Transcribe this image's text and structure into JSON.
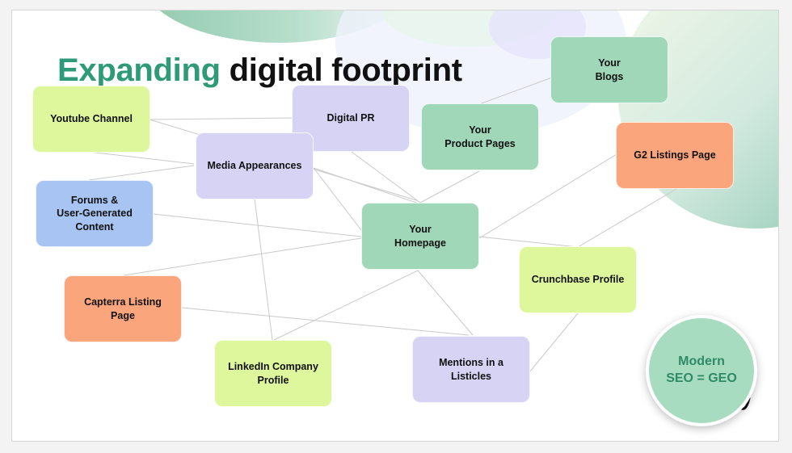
{
  "slide": {
    "title_accent": "Expanding",
    "title_rest": "digital footprint"
  },
  "nodes": {
    "youtube": "Youtube Channel",
    "digital_pr": "Digital PR",
    "media": "Media Appearances",
    "product_pages": "Your\nProduct Pages",
    "blogs": "Your\nBlogs",
    "g2": "G2 Listings Page",
    "forums": "Forums &\nUser-Generated\nContent",
    "homepage": "Your\nHomepage",
    "capterra": "Capterra Listing\nPage",
    "crunchbase": "Crunchbase Profile",
    "linkedin": "LinkedIn Company\nProfile",
    "listicles": "Mentions in a\nListicles"
  },
  "badge": {
    "text": "Modern\nSEO = GEO"
  },
  "colors": {
    "accent": "#2f9a78",
    "lime": "#def79d",
    "lavender": "#d6d3f4",
    "mint": "#9fd7b8",
    "blue": "#a8c4f2",
    "peach": "#fba57c",
    "badge": "#a8dcc0"
  }
}
